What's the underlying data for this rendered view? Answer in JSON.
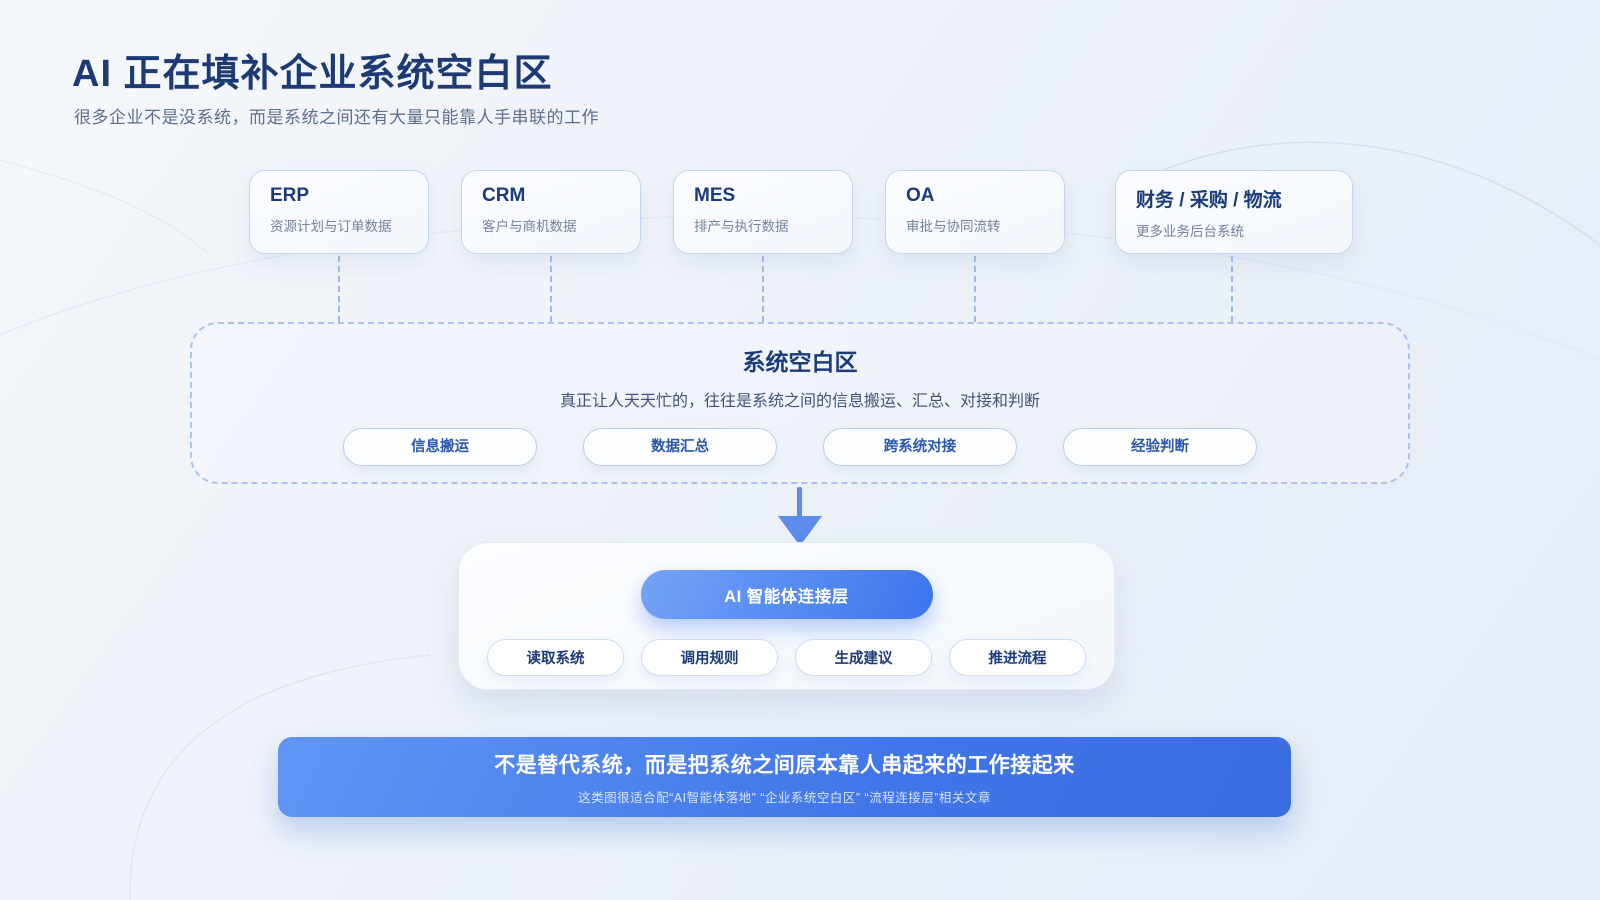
{
  "page": {
    "title": "AI 正在填补企业系统空白区",
    "subtitle": "很多企业不是没系统，而是系统之间还有大量只能靠人手串联的工作"
  },
  "systems": [
    {
      "name": "ERP",
      "desc": "资源计划与订单数据"
    },
    {
      "name": "CRM",
      "desc": "客户与商机数据"
    },
    {
      "name": "MES",
      "desc": "排产与执行数据"
    },
    {
      "name": "OA",
      "desc": "审批与协同流转"
    },
    {
      "name": "财务 / 采购 / 物流",
      "desc": "更多业务后台系统"
    }
  ],
  "gap_zone": {
    "title": "系统空白区",
    "subtitle": "真正让人天天忙的，往往是系统之间的信息搬运、汇总、对接和判断",
    "tags": [
      "信息搬运",
      "数据汇总",
      "跨系统对接",
      "经验判断"
    ]
  },
  "ai_layer": {
    "title": "AI 智能体连接层",
    "capabilities": [
      "读取系统",
      "调用规则",
      "生成建议",
      "推进流程"
    ]
  },
  "banner": {
    "title": "不是替代系统，而是把系统之间原本靠人串起来的工作接起来",
    "note": "这类图很适合配“AI智能体落地” “企业系统空白区” “流程连接层”相关文章"
  },
  "colors": {
    "title_navy": "#1d3a75",
    "accent_blue": "#3d74ec",
    "pill_text_blue": "#2a57ac",
    "arrow_blue": "#5d8cee",
    "dashed_border": "#a9c4ec",
    "background_top": "#f5f8fc",
    "background_bottom": "#e4ecf6"
  }
}
